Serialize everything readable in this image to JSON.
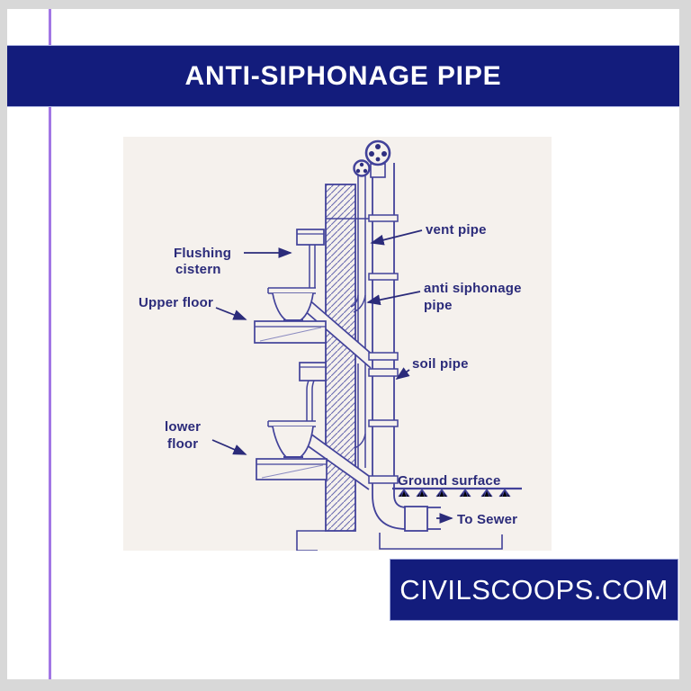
{
  "header": {
    "title": "ANTI-SIPHONAGE PIPE"
  },
  "footer": {
    "site": "CIVILSCOOPS.COM"
  },
  "colors": {
    "banner_navy": "#131c7c",
    "accent_purple": "#a276e5",
    "scan_background": "#f5f1ed",
    "ink_blue": "#42429a",
    "label_blue": "#2b2b7a",
    "page_background": "#ffffff",
    "outer_border_gray": "#d8d8d8"
  },
  "diagram": {
    "description": "Sectional diagram of a two-storey soil pipe installation with anti-siphonage pipe",
    "labels": {
      "flushing_cistern_line1": "Flushing",
      "flushing_cistern_line2": "cistern",
      "upper_floor": "Upper floor",
      "vent_pipe": "vent pipe",
      "anti_siphonage_line1": "anti siphonage",
      "anti_siphonage_line2": "pipe",
      "soil_pipe": "soil pipe",
      "lower_floor_line1": "lower",
      "lower_floor_line2": "floor",
      "ground_surface": "Ground surface",
      "to_sewer": "To Sewer"
    }
  }
}
